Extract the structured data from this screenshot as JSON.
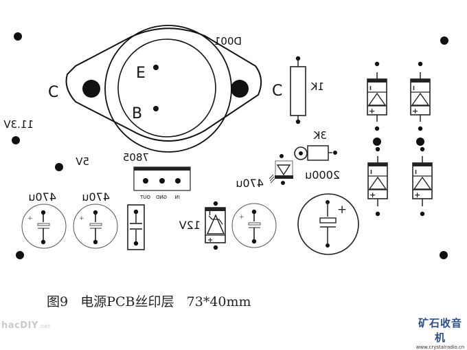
{
  "title": "电源PCB丝印层",
  "caption": {
    "figure": "图9",
    "name": "电源PCB丝印层",
    "size": "73*40mm"
  },
  "labels": {
    "transistor_pin_e": "E",
    "transistor_pin_b": "B",
    "transistor_c_left": "C",
    "transistor_c_right": "C",
    "transistor_part": "D001",
    "voltage_in": "11.3V",
    "voltage_out": "5V",
    "regulator": "7805",
    "regulator_pins": [
      "OUT",
      "GND",
      "IN"
    ],
    "cap_470u_1": "470u",
    "cap_470u_2": "470u",
    "cap_470u_3": "470u",
    "cap_2000u": "2000u",
    "zener": "12V",
    "resistor_1k": "1K",
    "resistor_3k": "3K",
    "plus_sign": "+",
    "minus_sign": "I"
  },
  "watermarks": {
    "left": "hacDIY",
    "left_suffix": ".net",
    "right_cn": "矿石收音机",
    "right_url": "www.crystalradio.cn"
  },
  "colors": {
    "ink": "#111111",
    "light_ink": "#777777",
    "watermark_blue": "#2a4f86"
  }
}
